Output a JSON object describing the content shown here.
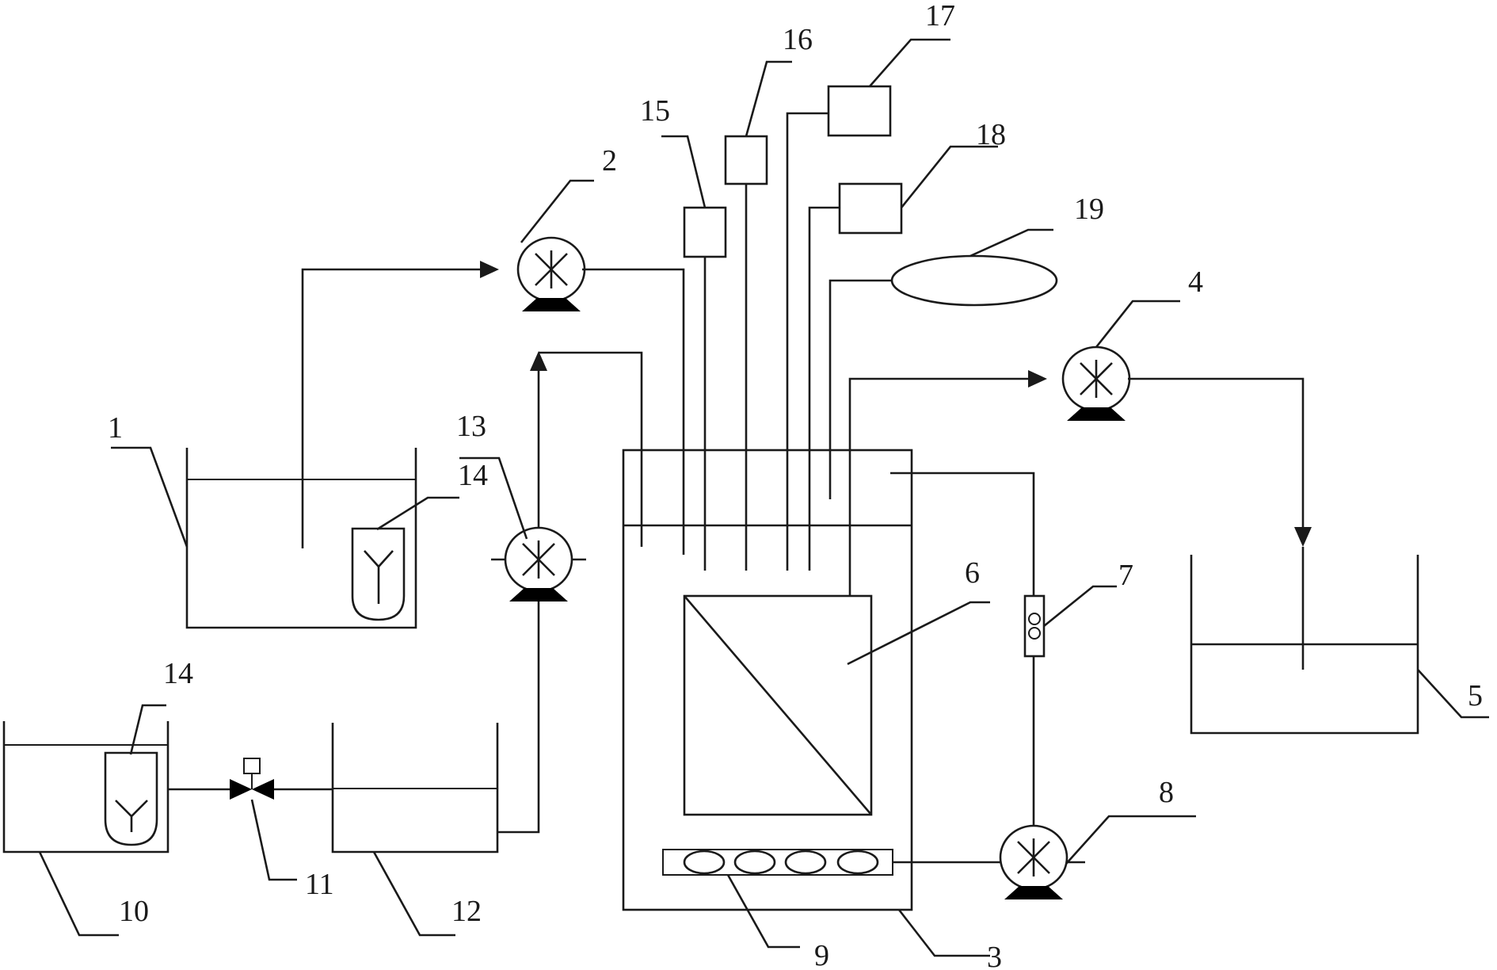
{
  "labels": {
    "l1": "1",
    "l2": "2",
    "l3": "3",
    "l4": "4",
    "l5": "5",
    "l6": "6",
    "l7": "7",
    "l8": "8",
    "l9": "9",
    "l10": "10",
    "l11": "11",
    "l12": "12",
    "l13": "13",
    "l14a": "14",
    "l14b": "14",
    "l15": "15",
    "l16": "16",
    "l17": "17",
    "l18": "18",
    "l19": "19"
  }
}
